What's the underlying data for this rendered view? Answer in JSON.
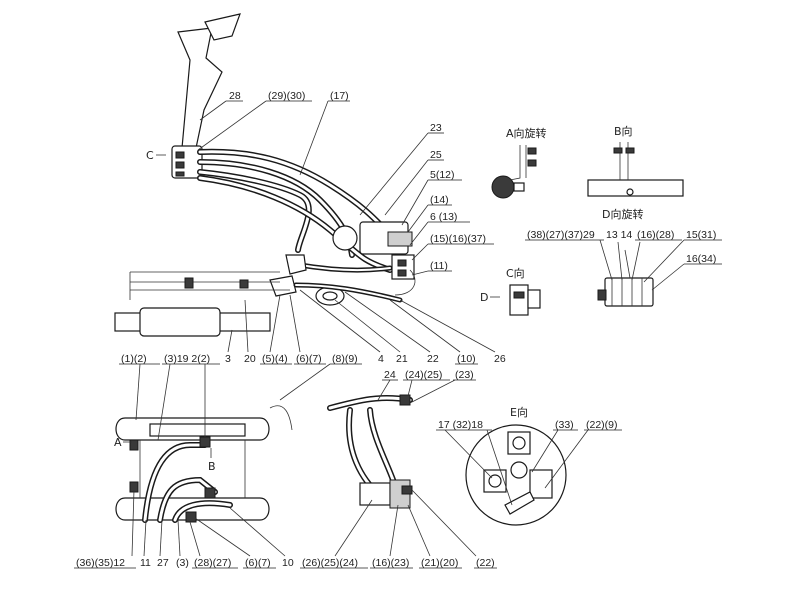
{
  "views": {
    "a_rotated": "A向旋转",
    "b": "B向",
    "d_rotated": "D向旋转",
    "c": "C向",
    "e": "E向",
    "marker_c": "C",
    "marker_d": "D",
    "marker_a": "A",
    "marker_b": "B"
  },
  "callouts": {
    "c28": "28",
    "c29_30": "(29)(30)",
    "c17_top": "(17)",
    "c23_top": "23",
    "c25_top": "25",
    "c5_12": "5(12)",
    "c14_top": "(14)",
    "c6_13": "6    (13)",
    "c15_16_37": "(15)(16)(37)",
    "c11_top": "(11)",
    "d_38_27_37_29": "(38)(27)(37)29",
    "d_13_14": "13  14",
    "d_16_28": "(16)(28)",
    "d_15_31": "15(31)",
    "d_16_34": "16(34)",
    "row1_1_2": "(1)(2)",
    "row1_3_19_2_2": "(3)19 2(2)",
    "row1_3": "3",
    "row1_20": "20",
    "row1_5_4": "(5)(4)",
    "row1_6_7": "(6)(7)",
    "row1_8_9": "(8)(9)",
    "row1_4": "4",
    "row1_21": "21",
    "row1_22": "22",
    "row1_10": "(10)",
    "row1_26": "26",
    "mid_24": "24",
    "mid_24_25": "(24)(25)",
    "mid_23": "(23)",
    "e_17_32_18": "17  (32)18",
    "e_33": "(33)",
    "e_22_9": "(22)(9)",
    "bot_36_35_12": "(36)(35)12",
    "bot_11": "11",
    "bot_27": "27",
    "bot_3": "(3)",
    "bot_28_27": "(28)(27)",
    "bot_6_7": "(6)(7)",
    "bot_10": "10",
    "bot_26_25_24": "(26)(25)(24)",
    "bot_16_23": "(16)(23)",
    "bot_21_20": "(21)(20)",
    "bot_22": "(22)"
  }
}
